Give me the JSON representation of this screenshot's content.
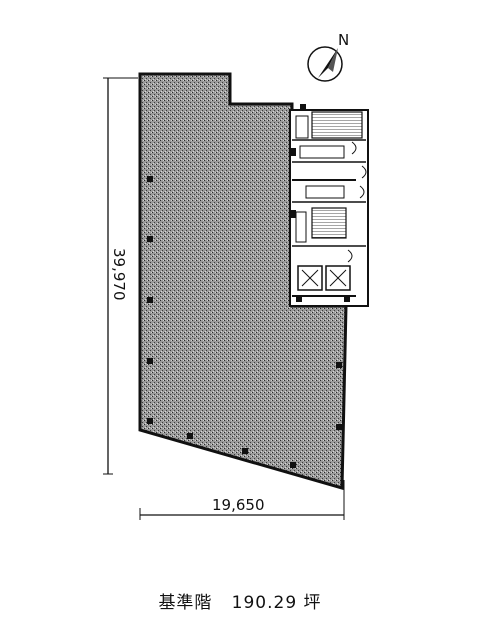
{
  "compass": {
    "icon": "north-arrow-icon",
    "label": "N"
  },
  "dimensions": {
    "height_label": "39,970",
    "width_label": "19,650"
  },
  "caption": {
    "floor": "基準階",
    "area": "190.29",
    "unit": "坪"
  },
  "colors": {
    "line": "#111111",
    "floor_fill": "#8a8a8a",
    "core_fill": "#ffffff"
  }
}
